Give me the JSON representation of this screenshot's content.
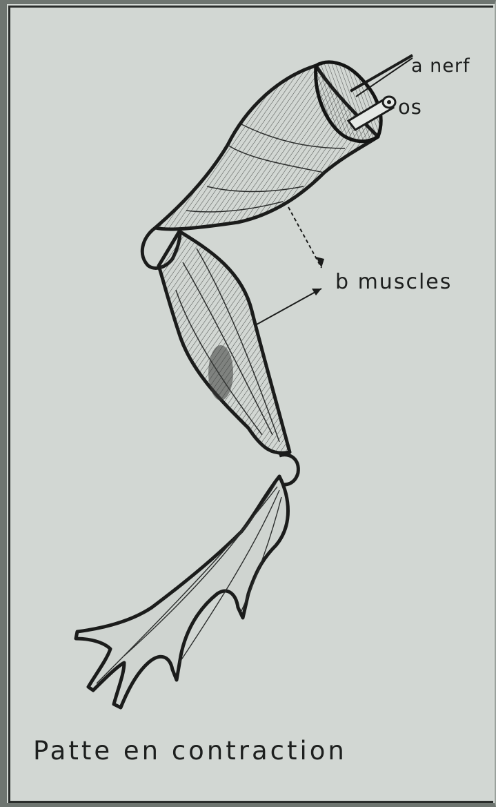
{
  "labels": {
    "nerf": "a nerf",
    "os": "os",
    "muscles": "b muscles"
  },
  "caption": "Patte en contraction"
}
